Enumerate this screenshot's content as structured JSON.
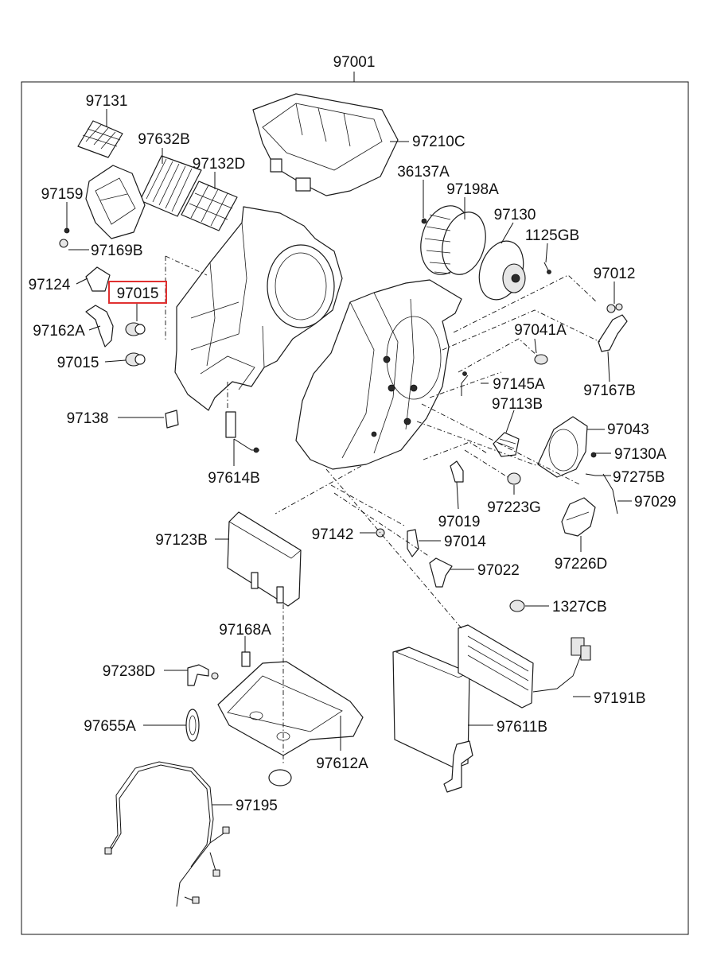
{
  "diagram": {
    "assembly_number": "97001",
    "highlight": {
      "label": "97015",
      "color": "#e03030"
    },
    "labels": {
      "p97131": "97131",
      "p97632B": "97632B",
      "p97132D": "97132D",
      "p97210C": "97210C",
      "p36137A": "36137A",
      "p97198A": "97198A",
      "p97130": "97130",
      "p1125GB": "1125GB",
      "p97159": "97159",
      "p97169B": "97169B",
      "p97124": "97124",
      "p97015_top": "97015",
      "p97162A": "97162A",
      "p97015_bottom": "97015",
      "p97012": "97012",
      "p97041A": "97041A",
      "p97167B": "97167B",
      "p97145A": "97145A",
      "p97113B": "97113B",
      "p97138": "97138",
      "p97043": "97043",
      "p97130A": "97130A",
      "p97275B": "97275B",
      "p97614B": "97614B",
      "p97029": "97029",
      "p97019": "97019",
      "p97223G": "97223G",
      "p97142": "97142",
      "p97014": "97014",
      "p97123B": "97123B",
      "p97226D": "97226D",
      "p97022": "97022",
      "p1327CB": "1327CB",
      "p97168A": "97168A",
      "p97238D": "97238D",
      "p97191B": "97191B",
      "p97655A": "97655A",
      "p97611B": "97611B",
      "p97612A": "97612A",
      "p97195": "97195"
    }
  }
}
